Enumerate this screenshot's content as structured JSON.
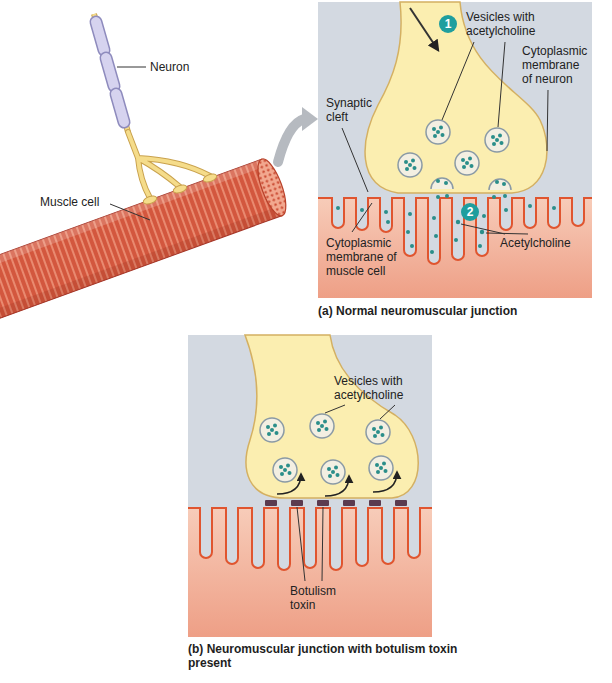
{
  "diagram": {
    "labels": [
      "Neuron",
      "Muscle cell",
      "1",
      "Vesicles with acetylcholine",
      "Cytoplasmic membrane of neuron",
      "Synaptic cleft",
      "2",
      "Cytoplasmic membrane of muscle cell",
      "Acetylcholine",
      "(a) Normal neuromuscular junction",
      "Vesicles with acetylcholine",
      "Botulism toxin",
      "(b) Neuromuscular junction with botulism toxin present"
    ]
  }
}
